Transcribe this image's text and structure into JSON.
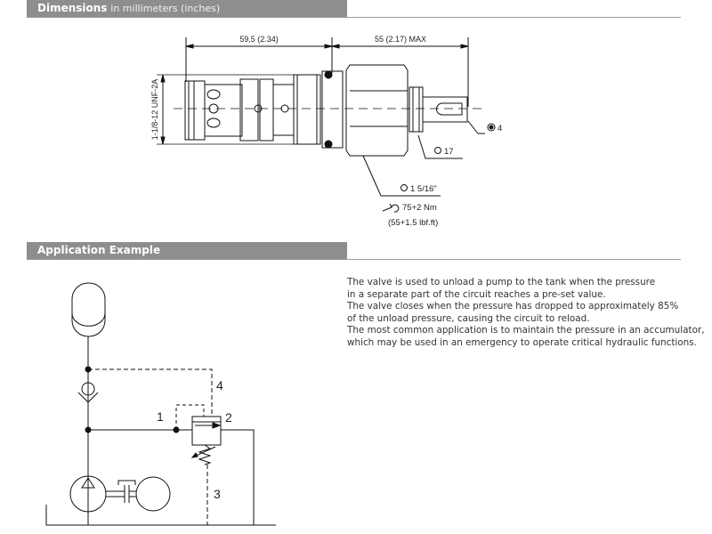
{
  "dimensions_section": {
    "title": "Dimensions",
    "subtitle": "in millimeters (inches)"
  },
  "drawing": {
    "length_dim": "59,5 (2.34)",
    "max_dim": "55 (2.17) MAX",
    "thread": "1-1/8-12 UNF-2A",
    "hex_key": "4",
    "nut_size": "17",
    "hex_size": "1 5/16\"",
    "torque": "75+2 Nm",
    "torque_imperial": "(55+1.5 lbf.ft)"
  },
  "application_section": {
    "title": "Application Example"
  },
  "circuit": {
    "port1": "1",
    "port2": "2",
    "port3": "3",
    "port4": "4"
  },
  "description": [
    "The valve is used to unload a pump to the tank when the pressure",
    "in a separate part of the circuit reaches a pre-set value.",
    "The valve closes when the pressure has dropped to approximately 85%",
    "of the unload pressure, causing the circuit to reload.",
    "The most common application is to maintain the pressure in an accumulator,",
    "which may be used in an emergency to operate critical hydraulic functions."
  ]
}
